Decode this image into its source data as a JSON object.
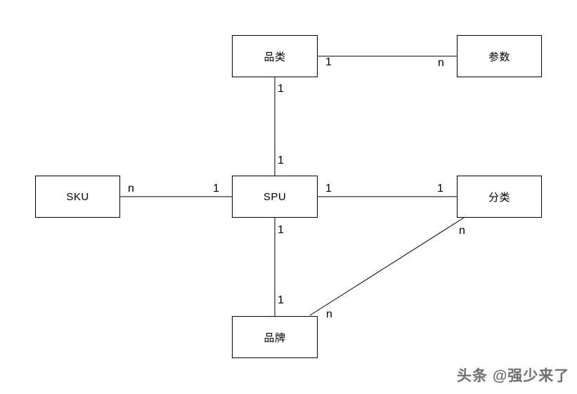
{
  "diagram": {
    "entities": [
      {
        "id": "pinlei",
        "label": "品类"
      },
      {
        "id": "canshu",
        "label": "参数"
      },
      {
        "id": "sku",
        "label": "SKU"
      },
      {
        "id": "spu",
        "label": "SPU"
      },
      {
        "id": "fenlei",
        "label": "分类"
      },
      {
        "id": "pinpai",
        "label": "品牌"
      }
    ],
    "edges": [
      {
        "from": "品类",
        "to": "参数",
        "from_card": "1",
        "to_card": "n"
      },
      {
        "from": "品类",
        "to": "SPU",
        "from_card": "1",
        "to_card": "1"
      },
      {
        "from": "SKU",
        "to": "SPU",
        "from_card": "n",
        "to_card": "1"
      },
      {
        "from": "SPU",
        "to": "分类",
        "from_card": "1",
        "to_card": "1"
      },
      {
        "from": "SPU",
        "to": "品牌",
        "from_card": "1",
        "to_card": "1"
      },
      {
        "from": "分类",
        "to": "品牌",
        "from_card": "n",
        "to_card": "n"
      }
    ]
  },
  "watermark": {
    "text": "头条 @强少来了"
  },
  "colors": {
    "background": "#ffffff",
    "line": "#000000",
    "box_border": "#000000",
    "text": "#000000",
    "watermark": "#6f6f6f"
  }
}
